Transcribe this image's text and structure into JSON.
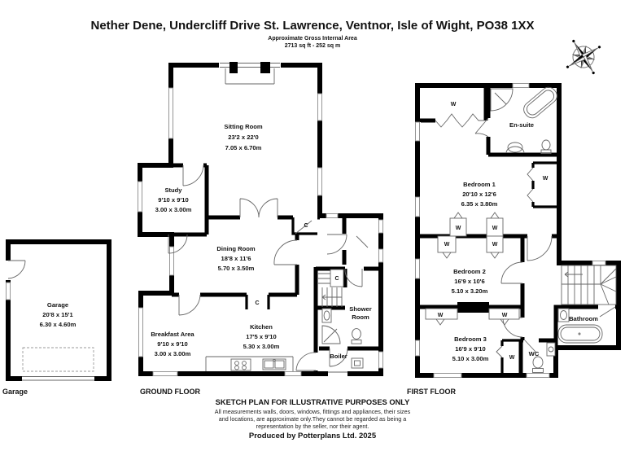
{
  "header": {
    "title": "Nether Dene, Undercliff Drive St. Lawrence, Ventnor, Isle of Wight, PO38 1XX",
    "subtitle_line1": "Approximate Gross Internal Area",
    "subtitle_line2": "2713 sq ft - 252 sq m"
  },
  "floor_labels": {
    "ground": "GROUND FLOOR",
    "first": "FIRST FLOOR",
    "garage": "Garage"
  },
  "rooms": {
    "sitting_room": {
      "name": "Sitting Room",
      "imperial": "23'2 x 22'0",
      "metric": "7.05 x 6.70m"
    },
    "study": {
      "name": "Study",
      "imperial": "9'10 x 9'10",
      "metric": "3.00 x 3.00m"
    },
    "dining_room": {
      "name": "Dining Room",
      "imperial": "18'8 x 11'6",
      "metric": "5.70 x 3.50m"
    },
    "breakfast_area": {
      "name": "Breakfast Area",
      "imperial": "9'10 x 9'10",
      "metric": "3.00 x 3.00m"
    },
    "kitchen": {
      "name": "Kitchen",
      "imperial": "17'5 x 9'10",
      "metric": "5.30 x 3.00m"
    },
    "shower_room": {
      "line1": "Shower",
      "line2": "Room"
    },
    "boiler": {
      "name": "Boiler"
    },
    "garage": {
      "name": "Garage",
      "imperial": "20'8 x 15'1",
      "metric": "6.30 x 4.60m"
    },
    "bedroom_1": {
      "name": "Bedroom 1",
      "imperial": "20'10 x 12'6",
      "metric": "6.35 x 3.80m"
    },
    "bedroom_2": {
      "name": "Bedroom 2",
      "imperial": "16'9 x 10'6",
      "metric": "5.10 x 3.20m"
    },
    "bedroom_3": {
      "name": "Bedroom 3",
      "imperial": "16'9 x 9'10",
      "metric": "5.10 x 3.00m"
    },
    "en_suite": {
      "name": "En-suite"
    },
    "bathroom": {
      "name": "Bathroom"
    },
    "wc": {
      "name": "WC"
    }
  },
  "symbols": {
    "wardrobe": "W",
    "cupboard": "C"
  },
  "footer": {
    "disclaimer_title": "SKETCH PLAN FOR ILLUSTRATIVE PURPOSES ONLY",
    "disclaimer_line1": "All measurements walls, doors, windows, fittings and appliances, their sizes",
    "disclaimer_line2": "and locations, are approximate only.They cannot be regarded as being a",
    "disclaimer_line3": "representation by the seller, nor their agent.",
    "produced_by": "Produced by Potterplans Ltd. 2025"
  },
  "colors": {
    "wall": "#000000",
    "background": "#ffffff",
    "text": "#111111"
  }
}
